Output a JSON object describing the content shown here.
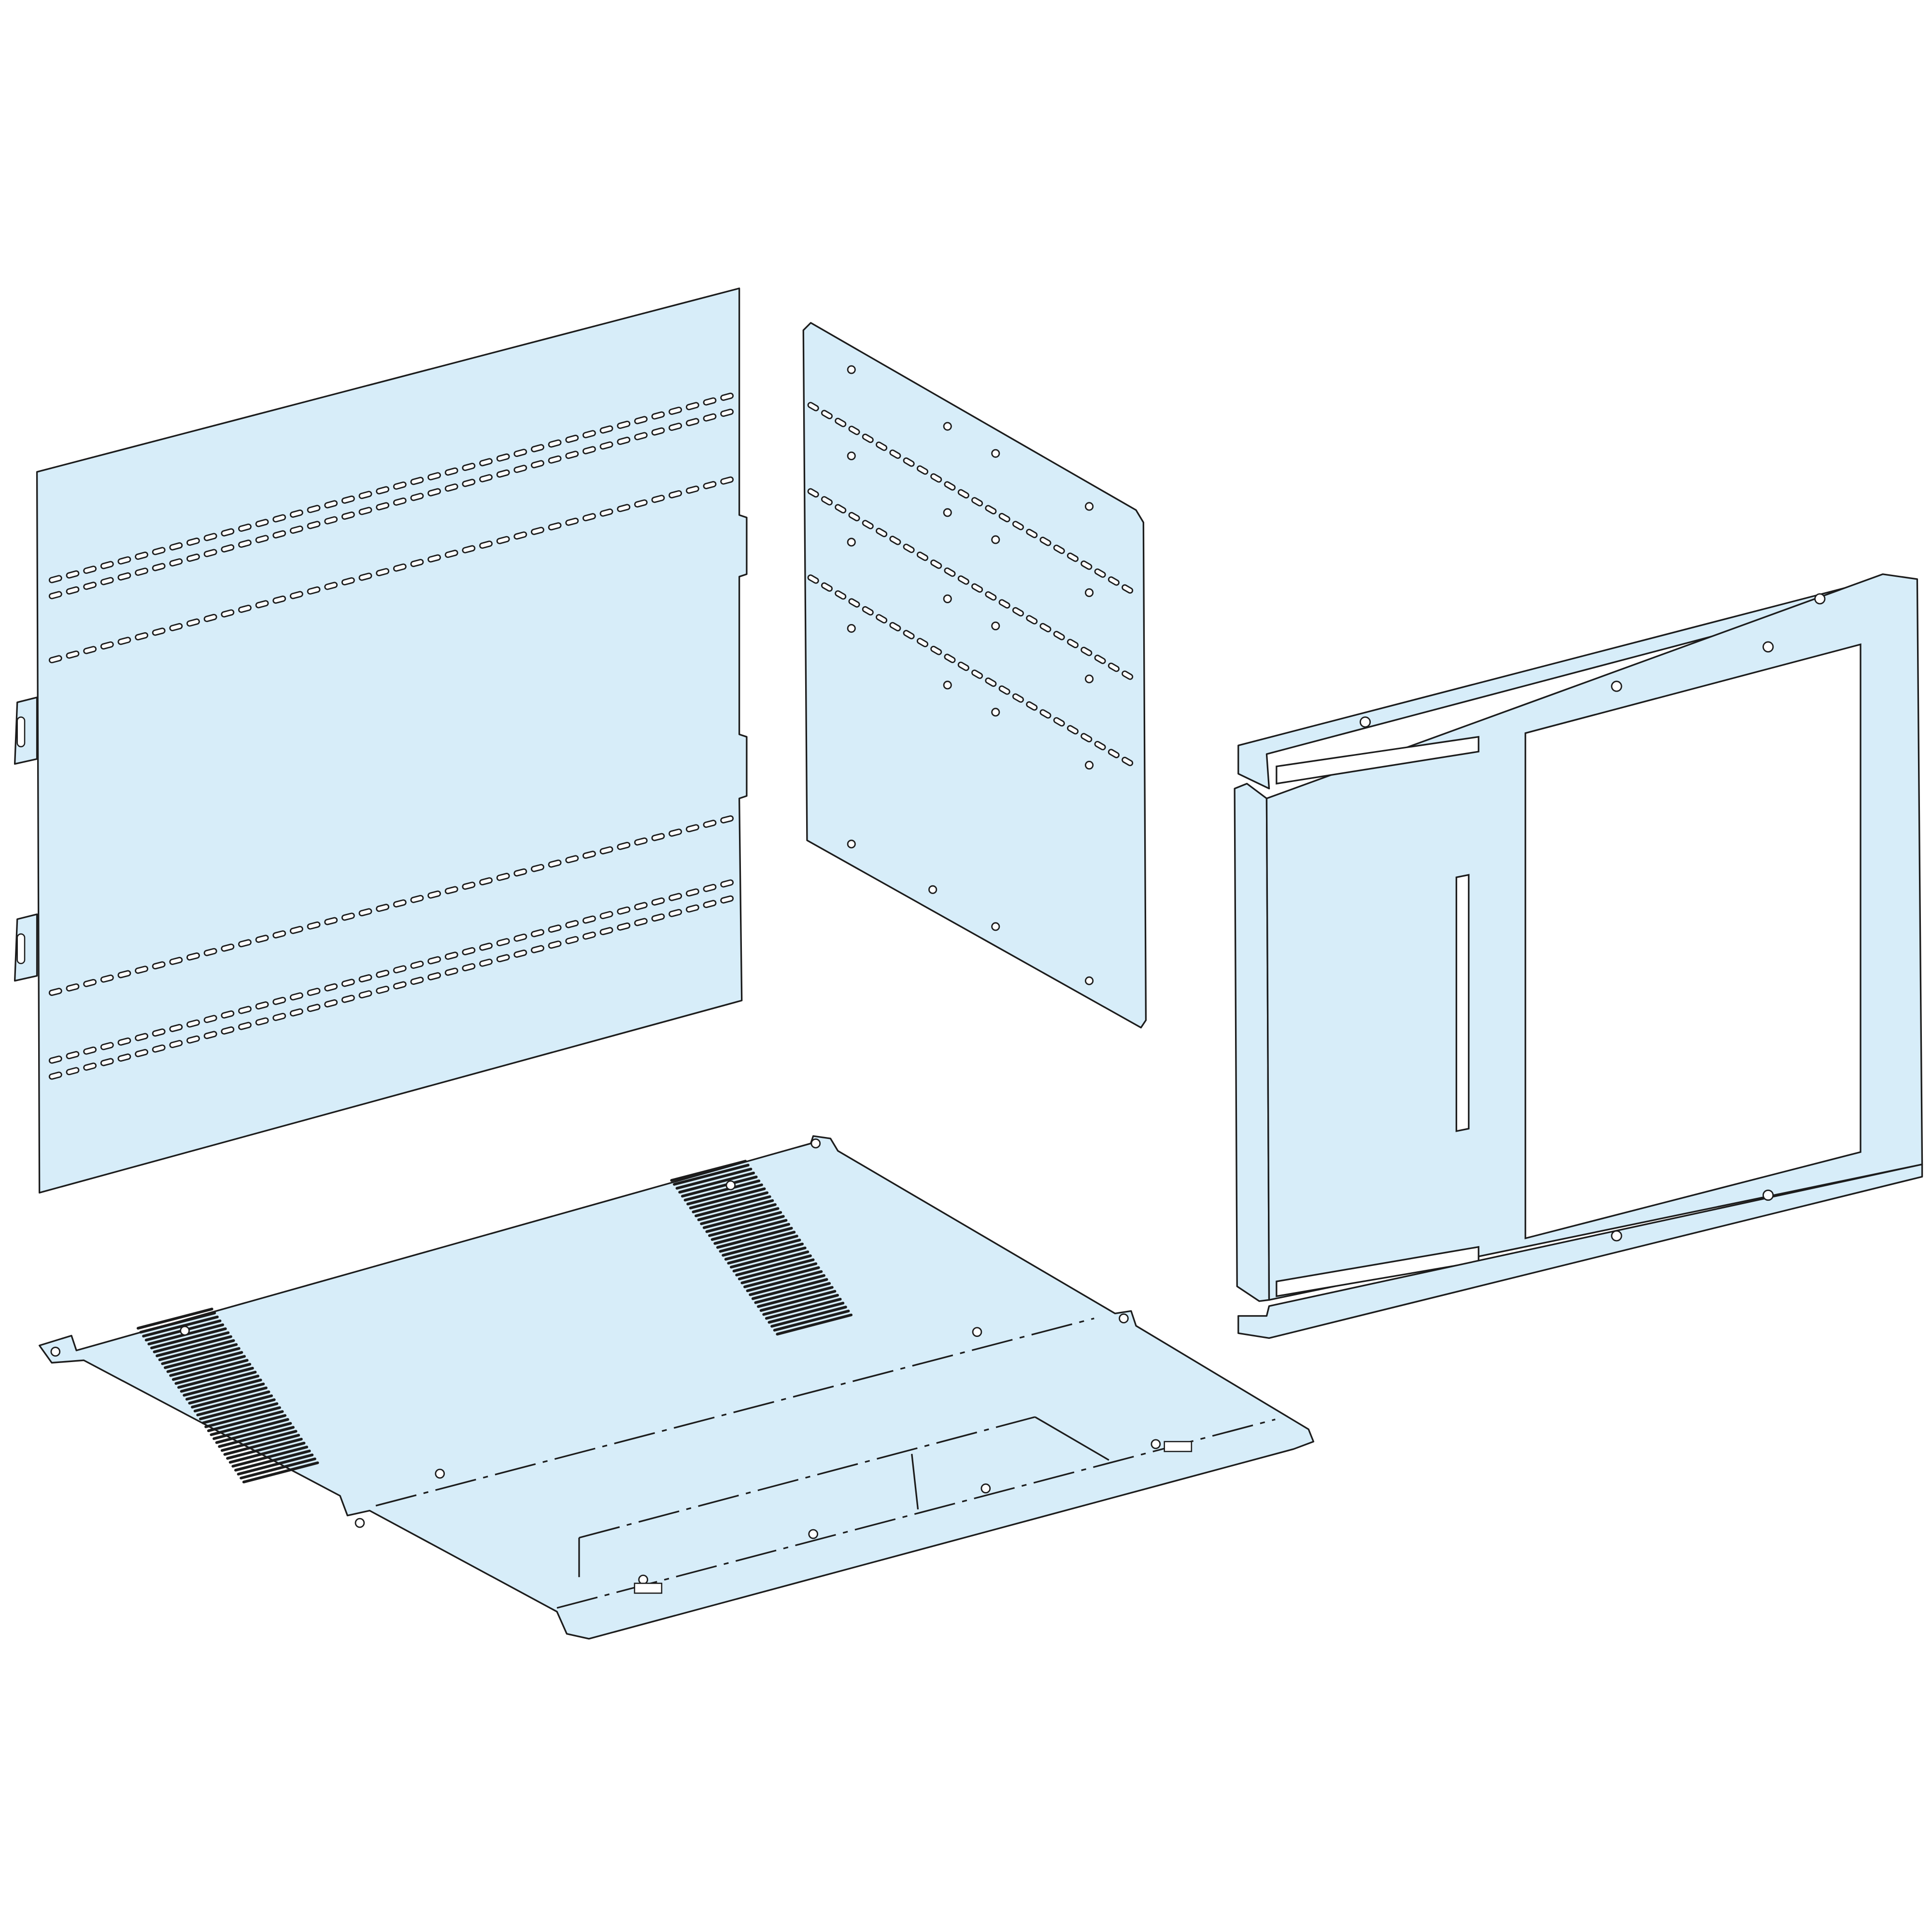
{
  "colors": {
    "background": "#ffffff",
    "panel_fill": "#d7edf9",
    "outline": "#1c1c1c",
    "slot_fill": "#ffffff"
  },
  "parts": [
    {
      "id": "side-panel-perforated"
    },
    {
      "id": "mounting-plate"
    },
    {
      "id": "front-frame"
    },
    {
      "id": "bottom-plate-vented"
    }
  ]
}
